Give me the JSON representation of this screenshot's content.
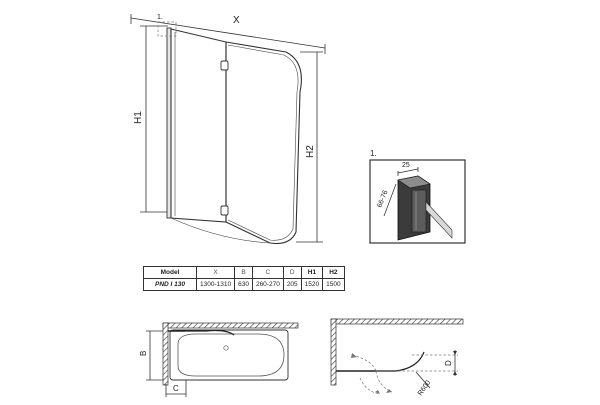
{
  "main_view": {
    "width_label": "X",
    "height_left_label": "H1",
    "height_right_label": "H2",
    "detail_marker": "1."
  },
  "detail_view": {
    "title": "1.",
    "dim_top": "25",
    "dim_side": "66-76"
  },
  "spec_table": {
    "headers": [
      "Model",
      "X",
      "B",
      "C",
      "D",
      "H1",
      "H2"
    ],
    "rows": [
      [
        "PND I 130",
        "1300-1310",
        "630",
        "260-270",
        "205",
        "1520",
        "1500"
      ]
    ]
  },
  "plan_left": {
    "dim_b": "B",
    "dim_c": "C"
  },
  "plan_right": {
    "dim_d": "D",
    "radius": "R600"
  }
}
